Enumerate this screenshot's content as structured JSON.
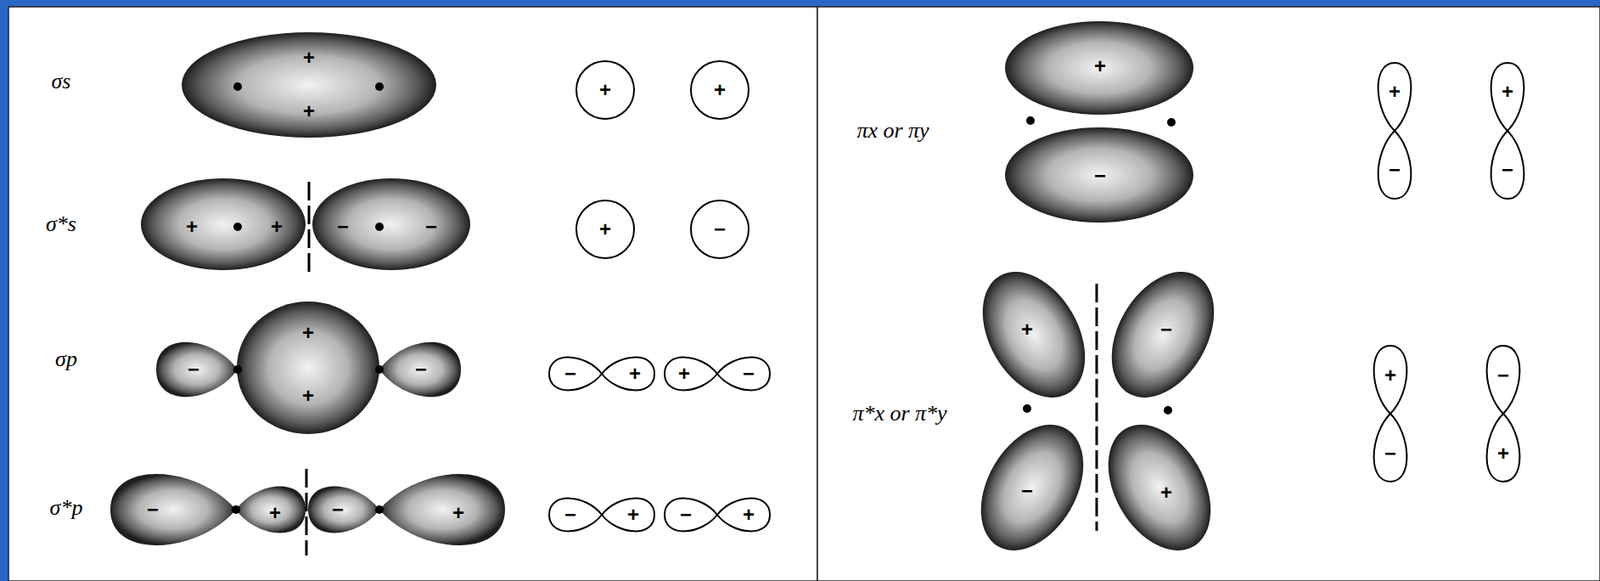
{
  "diagram": {
    "labels": [
      "σs",
      "+",
      "+",
      "+",
      "+",
      "σ*s",
      "+",
      "+",
      "−",
      "−",
      "+",
      "−",
      "σp",
      "−",
      "+",
      "+",
      "−",
      "−",
      "+",
      "+",
      "−",
      "σ*p",
      "−",
      "+",
      "−",
      "+",
      "−",
      "+",
      "−",
      "+",
      "πx or πy",
      "+",
      "−",
      "+",
      "−",
      "+",
      "−",
      "π*x or π*y",
      "+",
      "−",
      "−",
      "+",
      "+",
      "−",
      "−",
      "+"
    ]
  }
}
